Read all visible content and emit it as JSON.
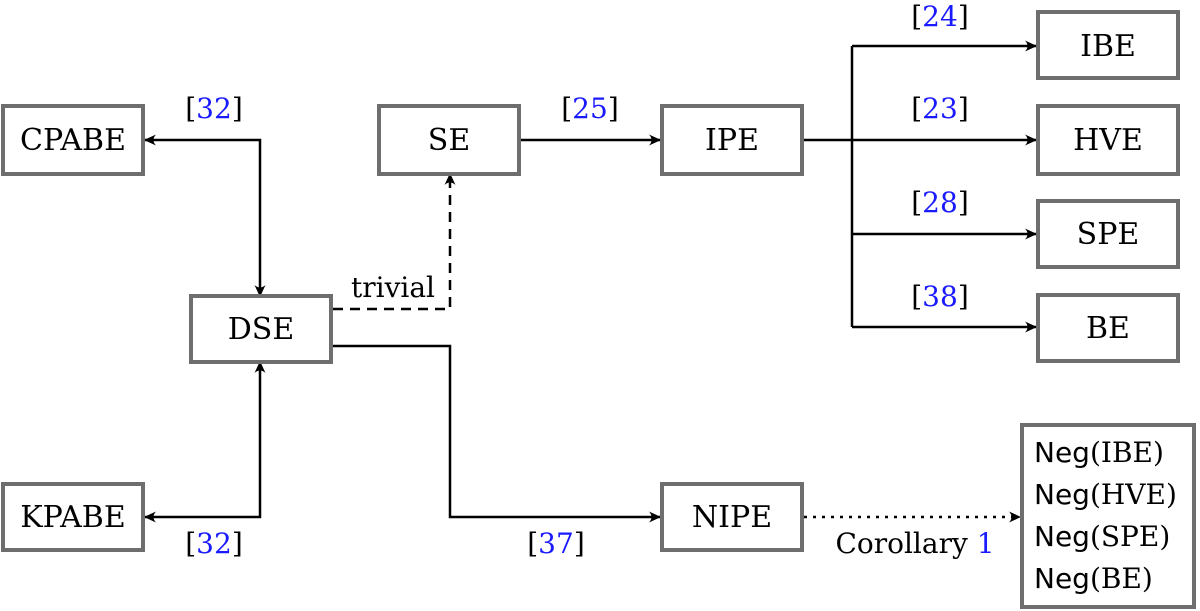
{
  "nodes": {
    "cpabe": "CPABE",
    "se": "SE",
    "ipe": "IPE",
    "ibe": "IBE",
    "hve": "HVE",
    "spe": "SPE",
    "be": "BE",
    "dse": "DSE",
    "kpabe": "KPABE",
    "nipe": "NIPE"
  },
  "neg_box": {
    "items": [
      {
        "fn": "Neg",
        "arg": "(IBE)"
      },
      {
        "fn": "Neg",
        "arg": "(HVE)"
      },
      {
        "fn": "Neg",
        "arg": "(SPE)"
      },
      {
        "fn": "Neg",
        "arg": "(BE)"
      }
    ]
  },
  "edge_labels": {
    "cpabe_dse": "32",
    "se_ipe": "25",
    "ipe_ibe": "24",
    "ipe_hve": "23",
    "ipe_spe": "28",
    "ipe_be": "38",
    "kpabe_dse": "32",
    "dse_nipe": "37",
    "trivial": "trivial",
    "corollary_text": "Corollary",
    "corollary_ref": "1"
  },
  "colors": {
    "box_border": "#6e6e6e",
    "citation": "#1a1aff",
    "edge": "#000000"
  }
}
